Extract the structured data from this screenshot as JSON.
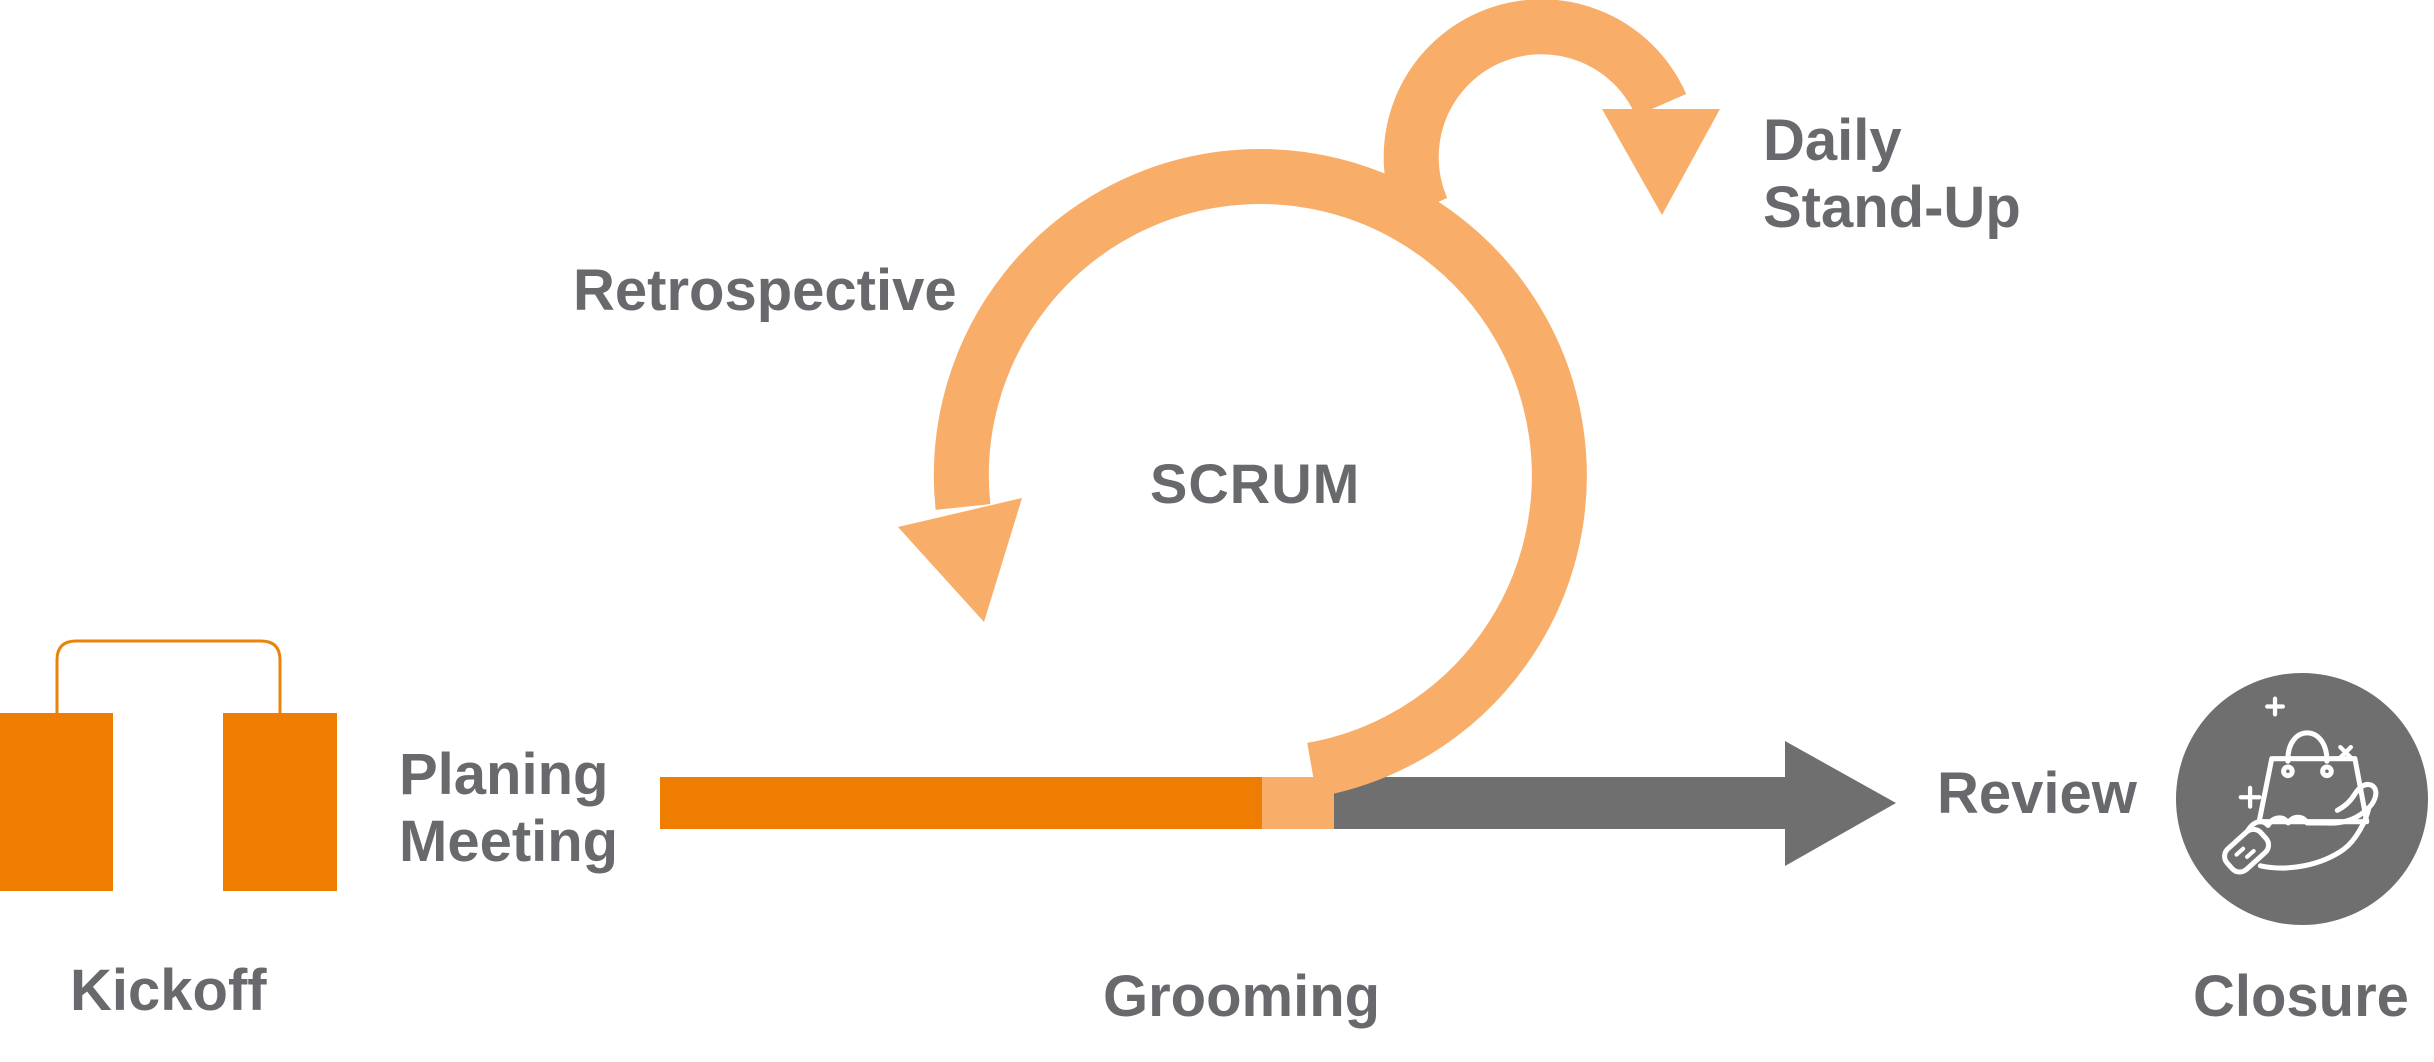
{
  "diagram": {
    "center_label": "SCRUM",
    "stages": {
      "kickoff": "Kickoff",
      "planing_meeting": {
        "line1": "Planing",
        "line2": "Meeting"
      },
      "retrospective": "Retrospective",
      "daily_standup": {
        "line1": "Daily",
        "line2": "Stand-Up"
      },
      "review": "Review",
      "grooming": "Grooming",
      "closure": "Closure"
    },
    "colors": {
      "timeline_orange": "#EE7D01",
      "loop_orange": "#F8AD69",
      "arrow_gray": "#6F6F6F",
      "label_gray": "#67696C",
      "icon_line_white": "#FFFFFF"
    }
  }
}
